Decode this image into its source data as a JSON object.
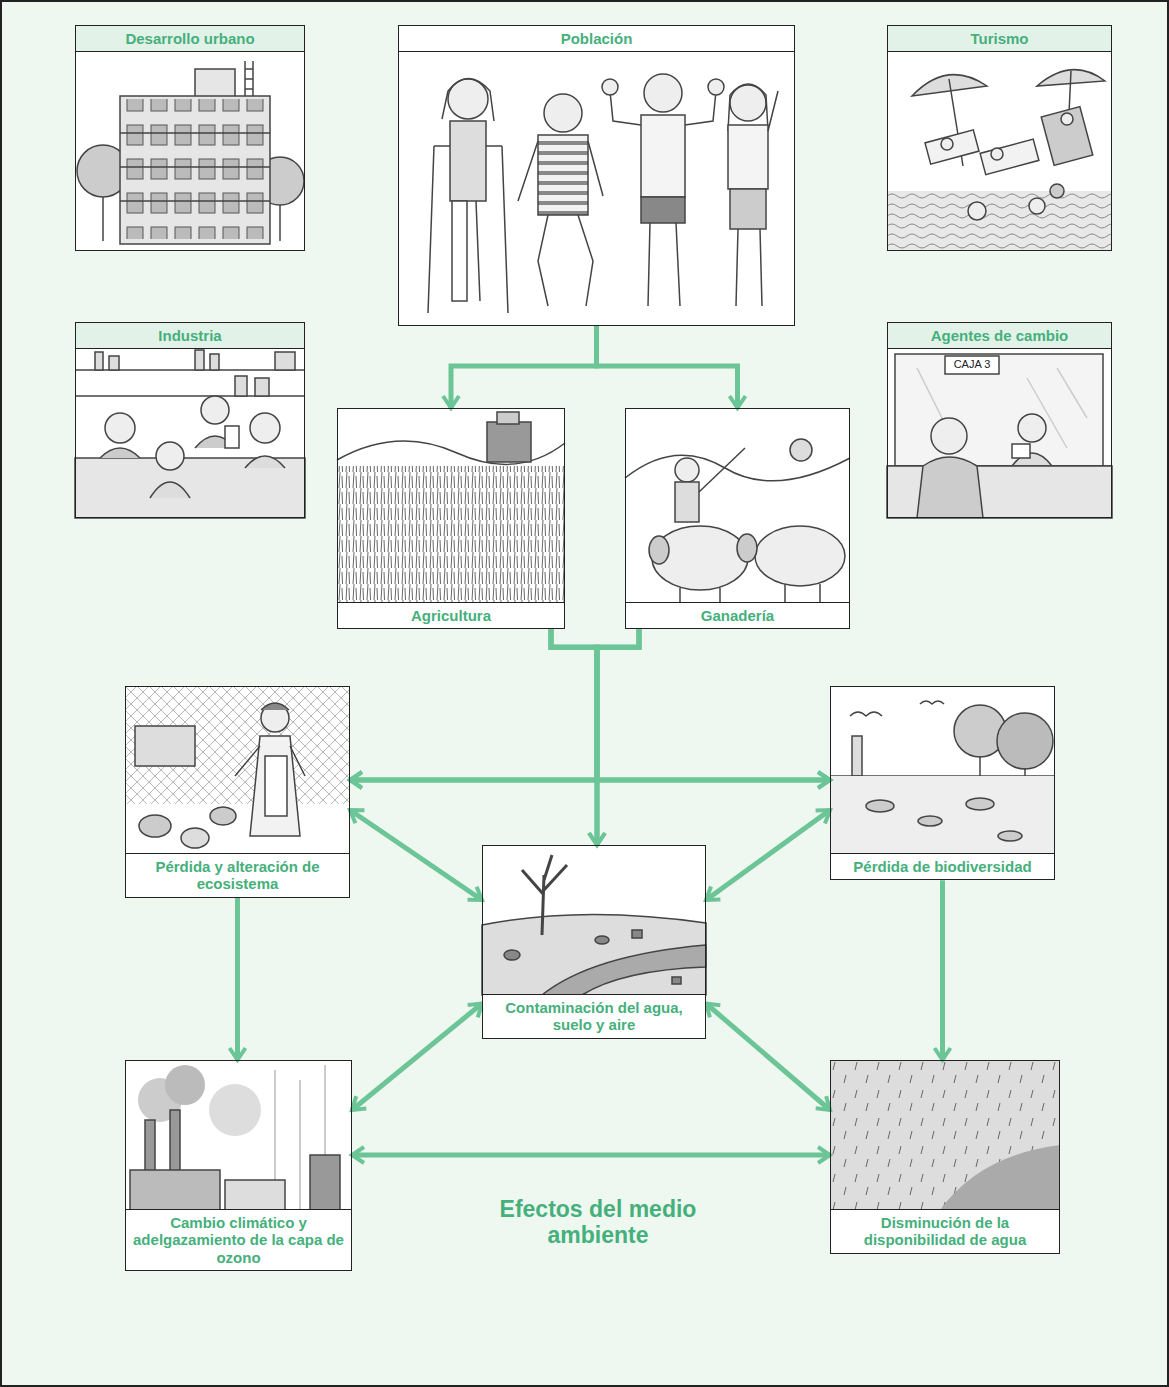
{
  "diagram": {
    "title": "Efectos del medio ambiente",
    "nodes": [
      {
        "text": [
          "Desarrollo urbano"
        ]
      },
      {
        "text": [
          "Población"
        ]
      },
      {
        "text": [
          "Turismo"
        ]
      },
      {
        "text": [
          "Industria"
        ]
      },
      {
        "text": [
          "Agentes de cambio"
        ]
      },
      {
        "text": [
          "Agricultura"
        ]
      },
      {
        "text": [
          "Ganadería"
        ]
      },
      {
        "text": [
          "Pérdida y alteración de ecosistema"
        ]
      },
      {
        "text": [
          "Pérdida de biodiversidad"
        ]
      },
      {
        "text": [
          "Contaminación del agua, suelo y aire"
        ]
      },
      {
        "text": [
          "Cambio climático y adelgazamiento de la capa de ozono"
        ]
      },
      {
        "text": [
          "Disminución de la disponibilidad de agua"
        ]
      }
    ],
    "edges": [
      {
        "from": 1,
        "to": 5,
        "arrow": "to"
      },
      {
        "from": 1,
        "to": 6,
        "arrow": "to"
      },
      {
        "from": 5,
        "to": 7,
        "arrow": "to"
      },
      {
        "from": 5,
        "to": 9,
        "arrow": "to"
      },
      {
        "from": 5,
        "to": 8,
        "arrow": "to"
      },
      {
        "from": 6,
        "to": 7,
        "arrow": "to"
      },
      {
        "from": 6,
        "to": 9,
        "arrow": "to"
      },
      {
        "from": 6,
        "to": 8,
        "arrow": "to"
      },
      {
        "from": 7,
        "to": 9,
        "arrow": "both"
      },
      {
        "from": 8,
        "to": 9,
        "arrow": "both"
      },
      {
        "from": 7,
        "to": 10,
        "arrow": "to"
      },
      {
        "from": 8,
        "to": 11,
        "arrow": "to"
      },
      {
        "from": 9,
        "to": 10,
        "arrow": "both"
      },
      {
        "from": 9,
        "to": 11,
        "arrow": "both"
      },
      {
        "from": 10,
        "to": 11,
        "arrow": "both"
      }
    ],
    "labels": [
      "CAJA 3"
    ]
  }
}
